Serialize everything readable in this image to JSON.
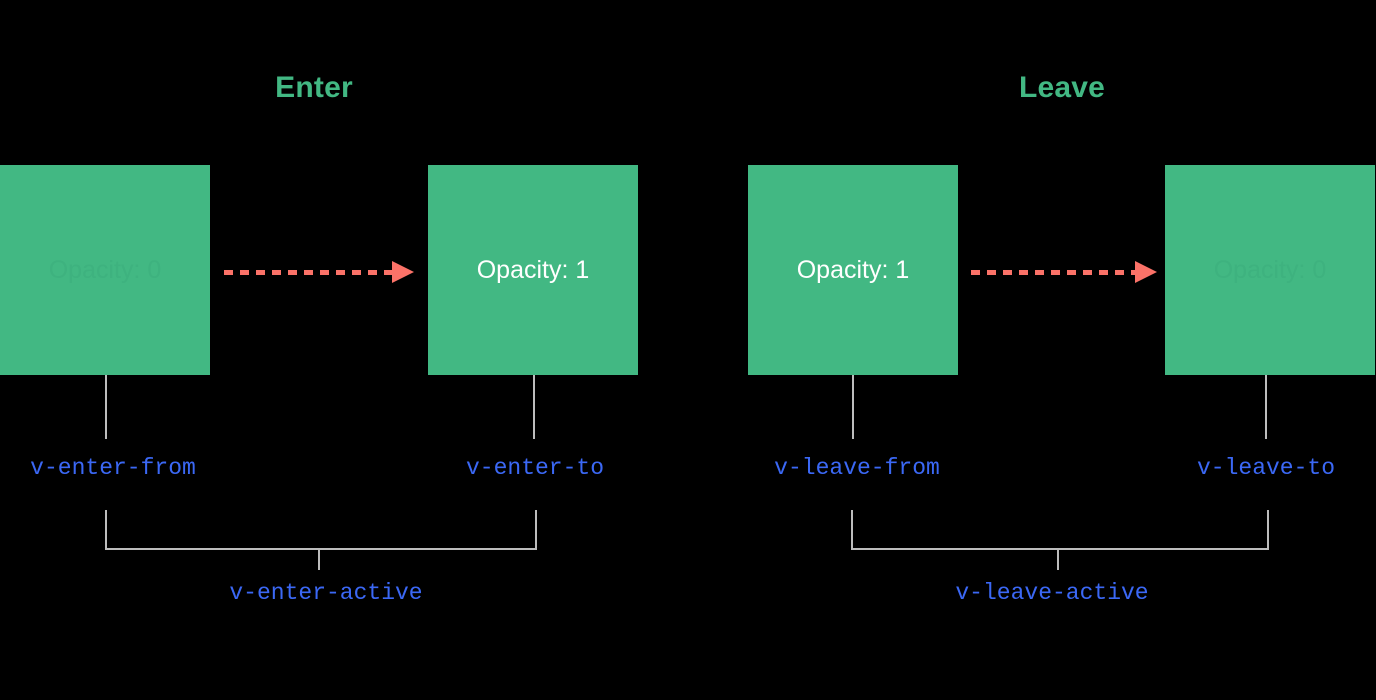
{
  "diagram": {
    "title_enter": "Enter",
    "title_leave": "Leave",
    "colors": {
      "background": "#000000",
      "box_green": "#42b883",
      "heading_green": "#42b883",
      "arrow_coral": "#fb7268",
      "label_blue": "#3b68f5",
      "connector_gray": "#bdbdbd",
      "box_text_visible": "#ffffff",
      "box_text_faded": "#3eb27f"
    },
    "enter": {
      "from_box_text": "Opacity: 0",
      "to_box_text": "Opacity: 1",
      "from_class": "v-enter-from",
      "to_class": "v-enter-to",
      "active_class": "v-enter-active"
    },
    "leave": {
      "from_box_text": "Opacity: 1",
      "to_box_text": "Opacity: 0",
      "from_class": "v-leave-from",
      "to_class": "v-leave-to",
      "active_class": "v-leave-active"
    }
  }
}
